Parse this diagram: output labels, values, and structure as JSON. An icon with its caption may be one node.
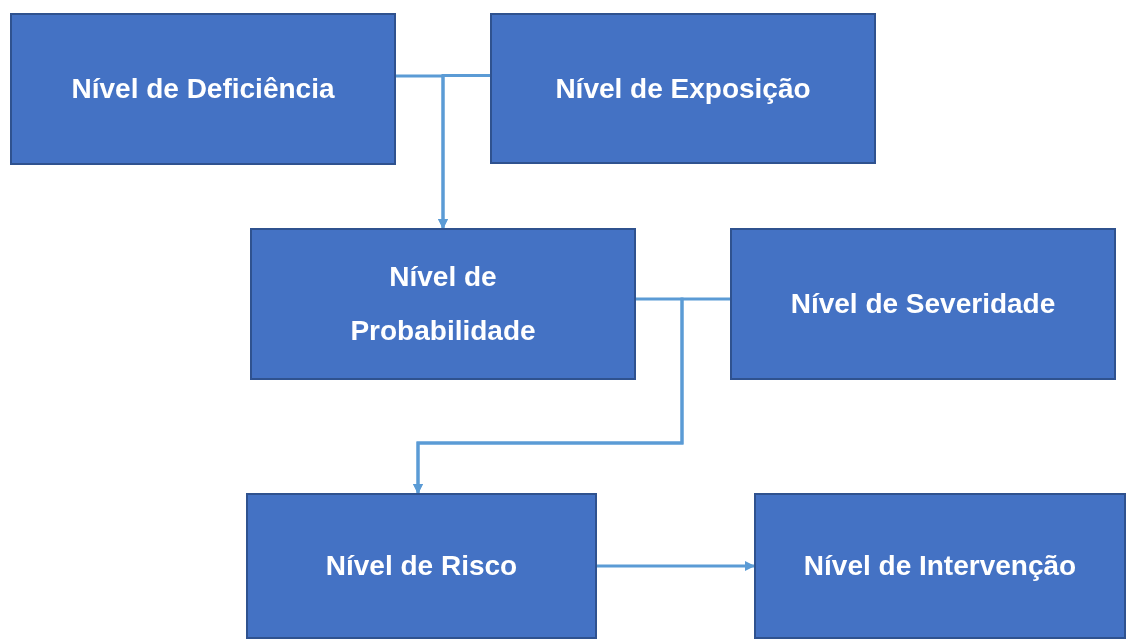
{
  "diagram": {
    "nodes": [
      {
        "text": [
          "Nível de Deficiência"
        ]
      },
      {
        "text": [
          "Nível de Exposição"
        ]
      },
      {
        "text": [
          "Nível de Probabilidade"
        ]
      },
      {
        "text": [
          "Nível de Severidade"
        ]
      },
      {
        "text": [
          "Nível de Risco"
        ]
      },
      {
        "text": [
          "Nível de Intervenção"
        ]
      }
    ],
    "edges": [
      {
        "from": 0,
        "to": 2,
        "arrow": "to"
      },
      {
        "from": 1,
        "to": 2,
        "arrow": "to"
      },
      {
        "from": 2,
        "to": 4,
        "arrow": "to"
      },
      {
        "from": 3,
        "to": 4,
        "arrow": "to"
      },
      {
        "from": 4,
        "to": 5,
        "arrow": "to"
      }
    ]
  }
}
